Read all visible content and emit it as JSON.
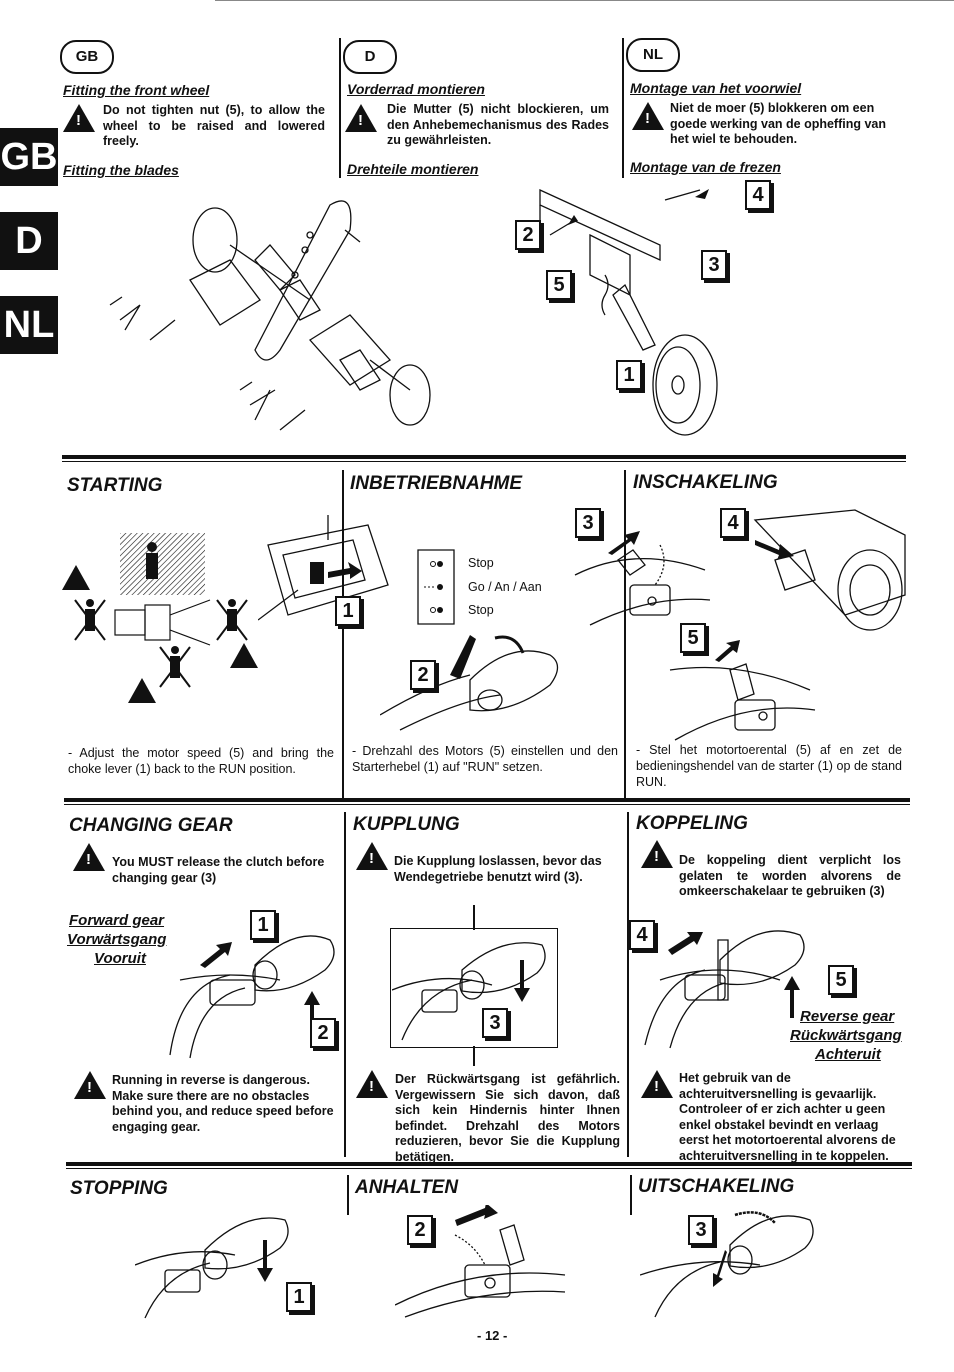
{
  "side_tabs": [
    "GB",
    "D",
    "NL"
  ],
  "top": {
    "gb": {
      "lang": "GB",
      "front_wheel_title": "Fitting the front wheel",
      "front_wheel_warning": "Do not tighten nut (5), to allow the wheel to be raised and lowered freely.",
      "blades_title": "Fitting the blades"
    },
    "d": {
      "lang": "D",
      "front_wheel_title": "Vorderrad montieren",
      "front_wheel_warning": "Die Mutter (5) nicht blockieren, um den Anhebemechanismus des Rades zu gewährleisten.",
      "blades_title": "Drehteile montieren"
    },
    "nl": {
      "lang": "NL",
      "front_wheel_title": "Montage van het voorwiel",
      "front_wheel_warning": "Niet de moer (5) blokkeren om een goede werking van de opheffing van het wiel te behouden.",
      "blades_title": "Montage van de frezen"
    },
    "wheel_labels": [
      "4",
      "2",
      "3",
      "5",
      "1"
    ]
  },
  "starting": {
    "gb_title": "STARTING",
    "d_title": "INBETRIEBNAHME",
    "nl_title": "INSCHAKELING",
    "legend": [
      "Stop",
      "Go / An / Aan",
      "Stop"
    ],
    "labels": [
      "1",
      "2",
      "3",
      "4",
      "5"
    ],
    "gb_caption": "- Adjust the motor speed (5) and bring the choke lever (1) back to the RUN position.",
    "d_caption": "- Drehzahl des Motors (5) einstellen und den Starterhebel (1) auf \"RUN\" setzen.",
    "nl_caption": "- Stel het motortoerental (5) af en zet de bedieningshendel van de starter (1) op de stand RUN."
  },
  "gear": {
    "gb_title": "CHANGING GEAR",
    "d_title": "KUPPLUNG",
    "nl_title": "KOPPELING",
    "gb_warning": "You MUST release the clutch before changing gear (3)",
    "d_warning": "Die Kupplung loslassen, bevor das Wendegetriebe benutzt wird (3).",
    "nl_warning": "De koppeling dient verplicht los gelaten te worden alvorens de omkeerschakelaar te gebruiken (3)",
    "forward": [
      "Forward gear",
      "Vorwärtsgang",
      "Vooruit"
    ],
    "reverse": [
      "Reverse gear",
      "Rückwärtsgang",
      "Achteruit"
    ],
    "labels": [
      "1",
      "2",
      "3",
      "4",
      "5"
    ],
    "gb_reverse_warning": "Running in reverse is dangerous. Make sure there are no obstacles behind you, and reduce speed before engaging gear.",
    "d_reverse_warning": "Der Rückwärtsgang ist gefährlich. Vergewissern Sie sich davon, daß sich kein Hindernis hinter Ihnen befindet. Drehzahl des Motors reduzieren, bevor Sie die Kupplung betätigen.",
    "nl_reverse_warning": "Het gebruik van de achteruitversnelling is gevaarlijk. Controleer of er zich achter u geen enkel obstakel bevindt en verlaag eerst het motortoerental alvorens de achteruitversnelling in te koppelen."
  },
  "stopping": {
    "gb_title": "STOPPING",
    "d_title": "ANHALTEN",
    "nl_title": "UITSCHAKELING",
    "labels": [
      "1",
      "2",
      "3"
    ]
  },
  "page_number": "- 12 -"
}
